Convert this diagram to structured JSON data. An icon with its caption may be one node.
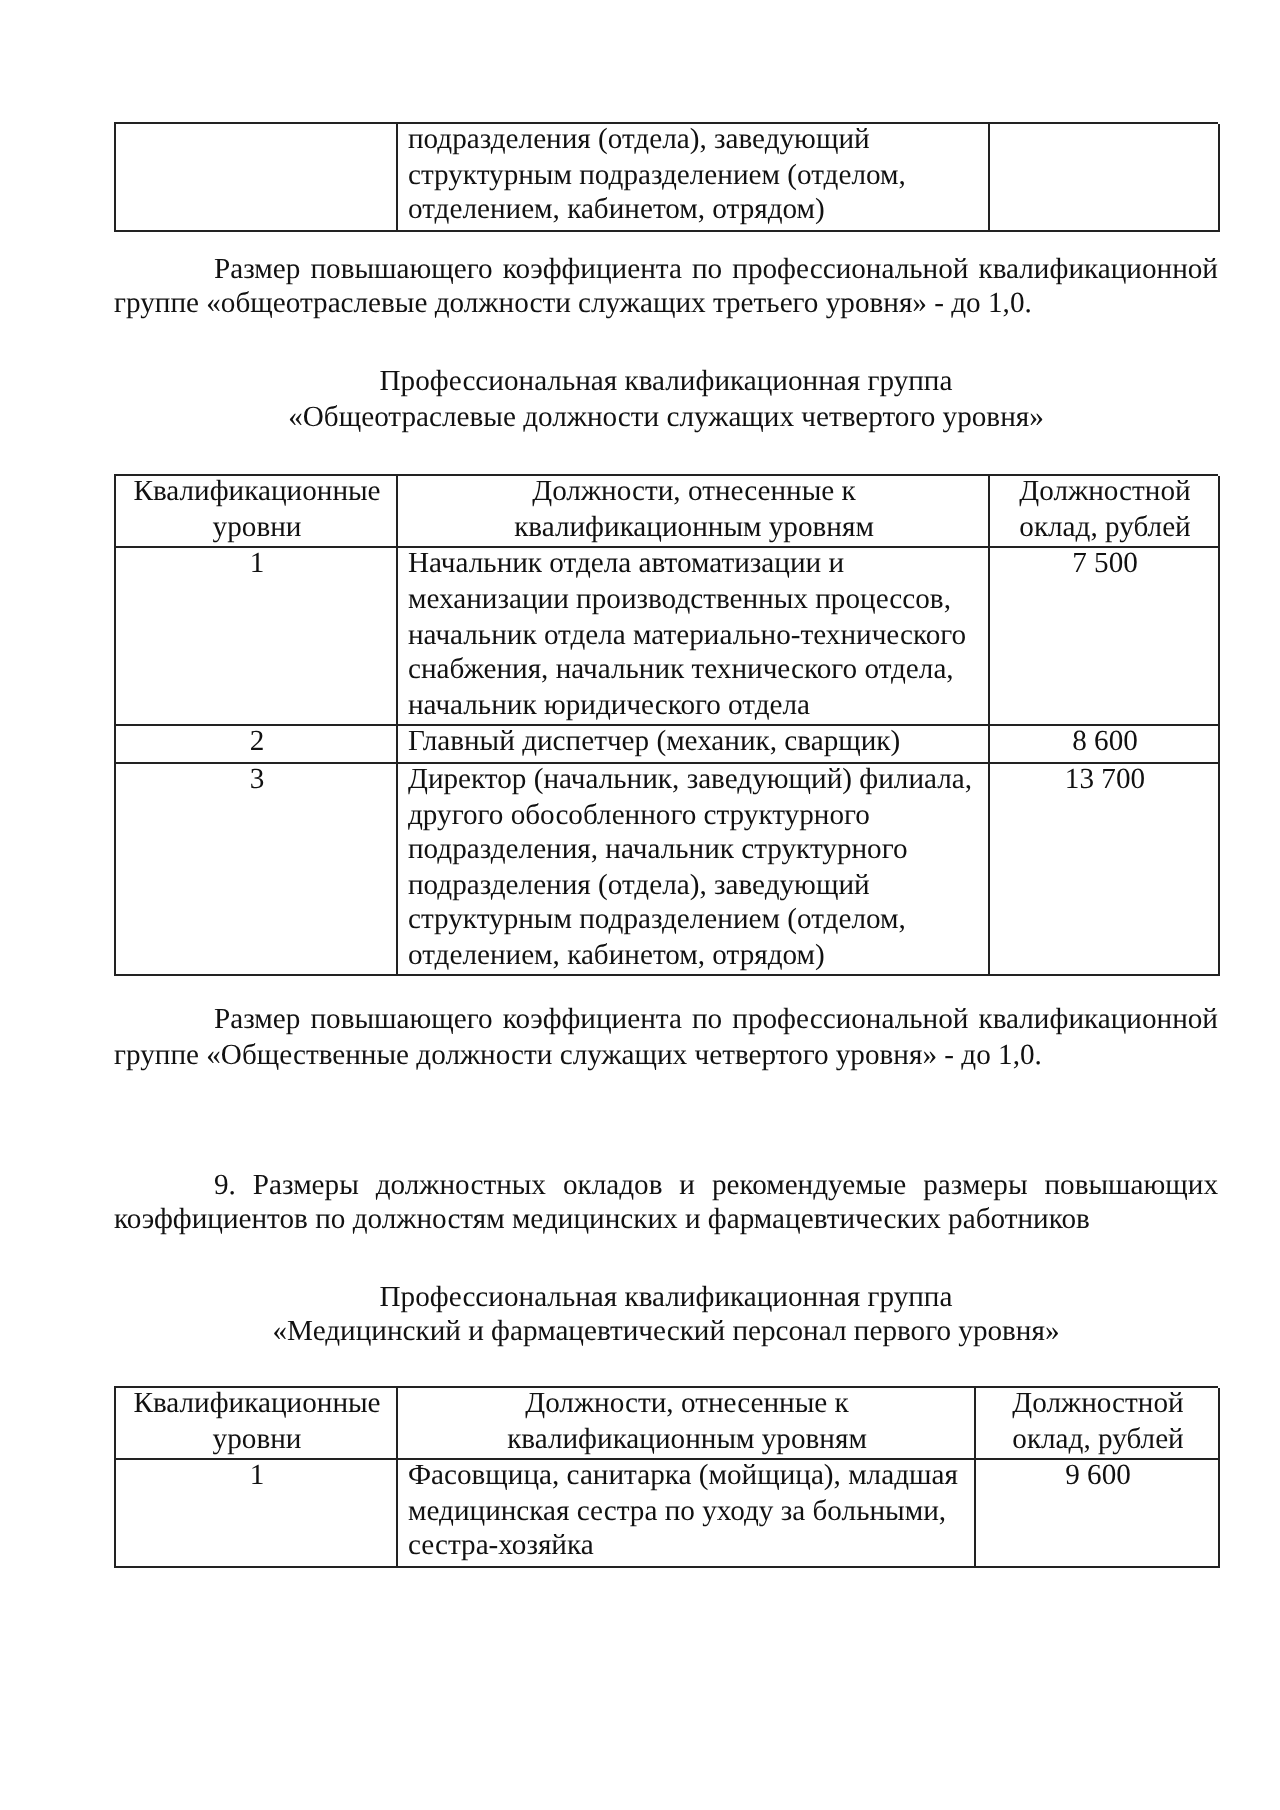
{
  "diagram": {
    "labels": [
      "подразделения (отдела), заведующий структурным подразделением (отделом, отделением, кабинетом, отрядом)",
      "Размер повышающего коэффициента по профессиональной квалификационной группе «общеотраслевые должности служащих третьего уровня» - до 1,0.",
      "Профессиональная квалификационная группа",
      "«Общеотраслевые должности служащих четвертого уровня»",
      "Квалификационные уровни",
      "Должности, отнесенные к квалификационным уровням",
      "Должностной оклад, рублей",
      "1",
      "Начальник отдела автоматизации и механизации производственных процессов, начальник отдела материально-технического снабжения, начальник технического отдела, начальник юридического отдела",
      "7 500",
      "2",
      "Главный диспетчер (механик, сварщик)",
      "8 600",
      "3",
      "Директор (начальник, заведующий) филиала, другого обособленного структурного подразделения, начальник структурного подразделения (отдела), заведующий структурным подразделением (отделом, отделением, кабинетом, отрядом)",
      "13 700",
      "Размер повышающего коэффициента по профессиональной квалификационной группе «Общественные должности служащих четвертого уровня» - до 1,0.",
      "9. Размеры должностных окладов и рекомендуемые размеры повышающих коэффициентов по должностям медицинских и фармацевтических работников",
      "Профессиональная квалификационная группа",
      "«Медицинский и фармацевтический персонал первого уровня»",
      "Квалификационные уровни",
      "Должности, отнесенные к квалификационным уровням",
      "Должностной оклад, рублей",
      "1",
      "Фасовщица, санитарка (мойщица), младшая медицинская сестра по уходу за больными, сестра-хозяйка",
      "9 600"
    ]
  }
}
